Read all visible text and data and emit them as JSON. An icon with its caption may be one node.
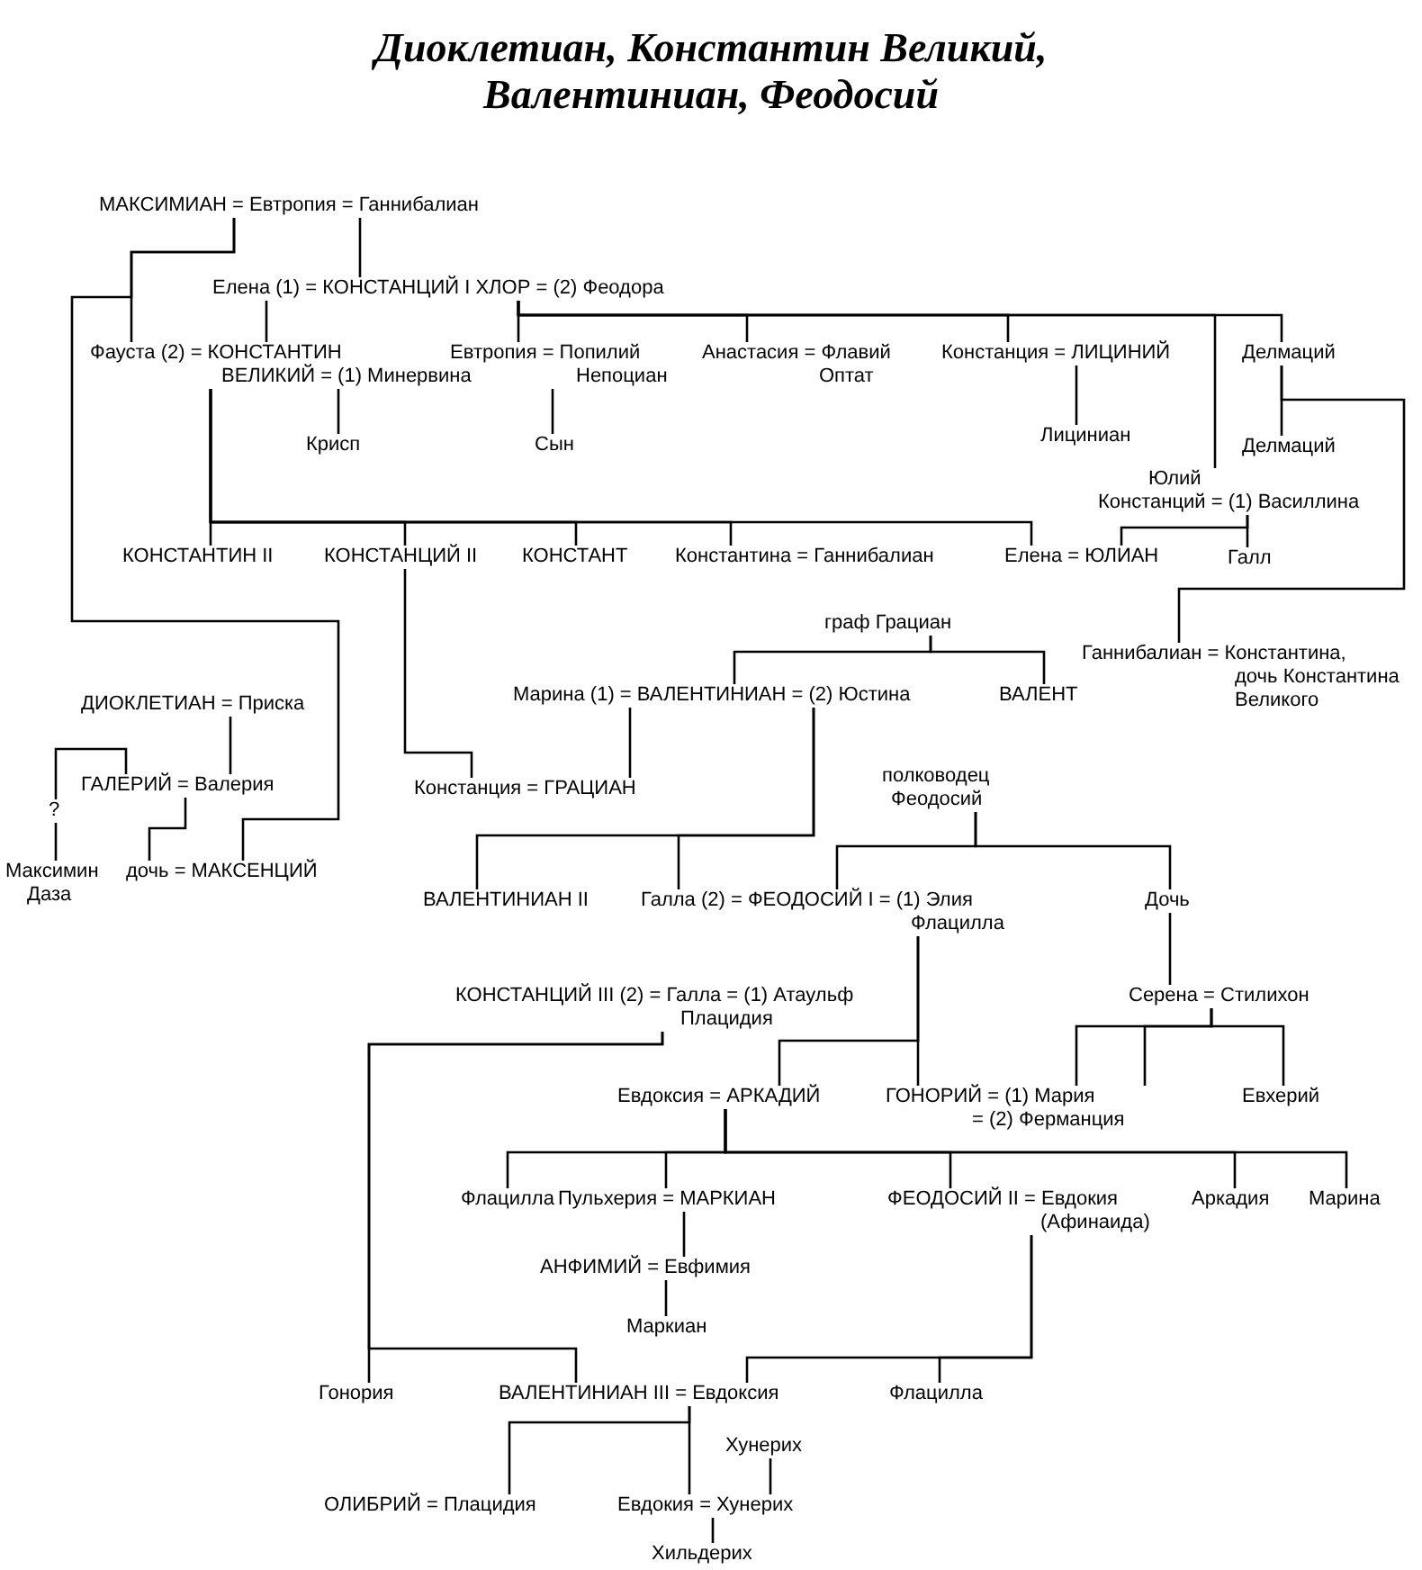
{
  "diagram": {
    "title": "Диоклетиан, Константин Великий, Валентиниан, Феодосий",
    "nodes": [
      {
        "text": [
          "МАКСИМИАН = Евтропия = Ганнибалиан"
        ]
      },
      {
        "text": [
          "Елена (1) = КОНСТАНЦИЙ I ХЛОР = (2) Феодора"
        ]
      },
      {
        "text": [
          "Фауста (2) = КОНСТАНТИН ВЕЛИКИЙ = (1) Минервина"
        ]
      },
      {
        "text": [
          "Крисп"
        ]
      },
      {
        "text": [
          "Евтропия = Попилий Непоциан"
        ]
      },
      {
        "text": [
          "Сын"
        ]
      },
      {
        "text": [
          "Анастасия = Флавий Оптат"
        ]
      },
      {
        "text": [
          "Констанция = ЛИЦИНИЙ"
        ]
      },
      {
        "text": [
          "Лициниан"
        ]
      },
      {
        "text": [
          "Делмаций"
        ]
      },
      {
        "text": [
          "Делмаций"
        ]
      },
      {
        "text": [
          "Юлий Констанций = (1) Василлина"
        ]
      },
      {
        "text": [
          "Галл"
        ]
      },
      {
        "text": [
          "КОНСТАНТИН II"
        ]
      },
      {
        "text": [
          "КОНСТАНЦИЙ II"
        ]
      },
      {
        "text": [
          "КОНСТАНТ"
        ]
      },
      {
        "text": [
          "Константина = Ганнибалиан"
        ]
      },
      {
        "text": [
          "Елена = ЮЛИАН"
        ]
      },
      {
        "text": [
          "граф Грациан"
        ]
      },
      {
        "text": [
          "Марина (1) = ВАЛЕНТИНИАН = (2) Юстина"
        ]
      },
      {
        "text": [
          "ВАЛЕНТ"
        ]
      },
      {
        "text": [
          "Ганнибалиан = Константина, дочь Константина Великого"
        ]
      },
      {
        "text": [
          "ДИОКЛЕТИАН = Приска"
        ]
      },
      {
        "text": [
          "ГАЛЕРИЙ = Валерия"
        ]
      },
      {
        "text": [
          "Максимин Даза"
        ]
      },
      {
        "text": [
          "дочь = МАКСЕНЦИЙ"
        ]
      },
      {
        "text": [
          "Констанция = ГРАЦИАН"
        ]
      },
      {
        "text": [
          "полководец Феодосий"
        ]
      },
      {
        "text": [
          "ВАЛЕНТИНИАН II"
        ]
      },
      {
        "text": [
          "Галла (2) = ФЕОДОСИЙ I = (1) Элия Флацилла"
        ]
      },
      {
        "text": [
          "Дочь"
        ]
      },
      {
        "text": [
          "КОНСТАНЦИЙ III (2) = Галла = (1) Атаульф Плацидия"
        ]
      },
      {
        "text": [
          "Серена = Стилихон"
        ]
      },
      {
        "text": [
          "Евдоксия = АРКАДИЙ"
        ]
      },
      {
        "text": [
          "ГОНОРИЙ = (1) Мария = (2) Ферманция"
        ]
      },
      {
        "text": [
          "Евхерий"
        ]
      },
      {
        "text": [
          "Флацилла"
        ]
      },
      {
        "text": [
          "Пульхерия = МАРКИАН"
        ]
      },
      {
        "text": [
          "ФЕОДОСИЙ II = Евдокия (Афинаида)"
        ]
      },
      {
        "text": [
          "Аркадия"
        ]
      },
      {
        "text": [
          "Марина"
        ]
      },
      {
        "text": [
          "АНФИМИЙ = Евфимия"
        ]
      },
      {
        "text": [
          "Маркиан"
        ]
      },
      {
        "text": [
          "Гонория"
        ]
      },
      {
        "text": [
          "ВАЛЕНТИНИАН III = Евдоксия"
        ]
      },
      {
        "text": [
          "Флацилла"
        ]
      },
      {
        "text": [
          "Хунерих"
        ]
      },
      {
        "text": [
          "ОЛИБРИЙ = Плацидия"
        ]
      },
      {
        "text": [
          "Евдокия = Хунерих"
        ]
      },
      {
        "text": [
          "Хильдерих"
        ]
      }
    ],
    "edges": [
      {
        "from": 0,
        "to": 1,
        "arrow": "none"
      },
      {
        "from": 0,
        "to": 2,
        "arrow": "none"
      },
      {
        "from": 0,
        "to": 25,
        "arrow": "none"
      },
      {
        "from": 1,
        "to": 2,
        "arrow": "none"
      },
      {
        "from": 1,
        "to": 4,
        "arrow": "none"
      },
      {
        "from": 1,
        "to": 6,
        "arrow": "none"
      },
      {
        "from": 1,
        "to": 7,
        "arrow": "none"
      },
      {
        "from": 1,
        "to": 11,
        "arrow": "none"
      },
      {
        "from": 1,
        "to": 9,
        "arrow": "none"
      },
      {
        "from": 2,
        "to": 3,
        "arrow": "none"
      },
      {
        "from": 2,
        "to": 13,
        "arrow": "none"
      },
      {
        "from": 2,
        "to": 14,
        "arrow": "none"
      },
      {
        "from": 2,
        "to": 15,
        "arrow": "none"
      },
      {
        "from": 2,
        "to": 16,
        "arrow": "none"
      },
      {
        "from": 2,
        "to": 17,
        "arrow": "none"
      },
      {
        "from": 4,
        "to": 5,
        "arrow": "none"
      },
      {
        "from": 7,
        "to": 8,
        "arrow": "none"
      },
      {
        "from": 9,
        "to": 10,
        "arrow": "none"
      },
      {
        "from": 9,
        "to": 21,
        "arrow": "none"
      },
      {
        "from": 11,
        "to": 17,
        "arrow": "none"
      },
      {
        "from": 11,
        "to": 12,
        "arrow": "none"
      },
      {
        "from": 14,
        "to": 26,
        "arrow": "none"
      },
      {
        "from": 18,
        "to": 19,
        "arrow": "none"
      },
      {
        "from": 18,
        "to": 20,
        "arrow": "none"
      },
      {
        "from": 19,
        "to": 26,
        "arrow": "none"
      },
      {
        "from": 22,
        "to": 23,
        "arrow": "none"
      },
      {
        "from": 23,
        "to": 24,
        "arrow": "none",
        "label": "?"
      },
      {
        "from": 23,
        "to": 25,
        "arrow": "none"
      },
      {
        "from": 19,
        "to": 28,
        "arrow": "none"
      },
      {
        "from": 19,
        "to": 29,
        "arrow": "none"
      },
      {
        "from": 27,
        "to": 29,
        "arrow": "none"
      },
      {
        "from": 27,
        "to": 30,
        "arrow": "none"
      },
      {
        "from": 29,
        "to": 33,
        "arrow": "none"
      },
      {
        "from": 29,
        "to": 34,
        "arrow": "none"
      },
      {
        "from": 30,
        "to": 32,
        "arrow": "none"
      },
      {
        "from": 32,
        "to": 34,
        "arrow": "none"
      },
      {
        "from": 32,
        "to": 34,
        "arrow": "none"
      },
      {
        "from": 32,
        "to": 35,
        "arrow": "none"
      },
      {
        "from": 33,
        "to": 36,
        "arrow": "none"
      },
      {
        "from": 33,
        "to": 37,
        "arrow": "none"
      },
      {
        "from": 33,
        "to": 38,
        "arrow": "none"
      },
      {
        "from": 33,
        "to": 39,
        "arrow": "none"
      },
      {
        "from": 33,
        "to": 40,
        "arrow": "none"
      },
      {
        "from": 37,
        "to": 41,
        "arrow": "none"
      },
      {
        "from": 41,
        "to": 42,
        "arrow": "none"
      },
      {
        "from": 31,
        "to": 43,
        "arrow": "none"
      },
      {
        "from": 31,
        "to": 44,
        "arrow": "none"
      },
      {
        "from": 38,
        "to": 44,
        "arrow": "none"
      },
      {
        "from": 38,
        "to": 45,
        "arrow": "none"
      },
      {
        "from": 44,
        "to": 47,
        "arrow": "none"
      },
      {
        "from": 44,
        "to": 48,
        "arrow": "none"
      },
      {
        "from": 46,
        "to": 48,
        "arrow": "none"
      },
      {
        "from": 48,
        "to": 49,
        "arrow": "none"
      }
    ]
  }
}
